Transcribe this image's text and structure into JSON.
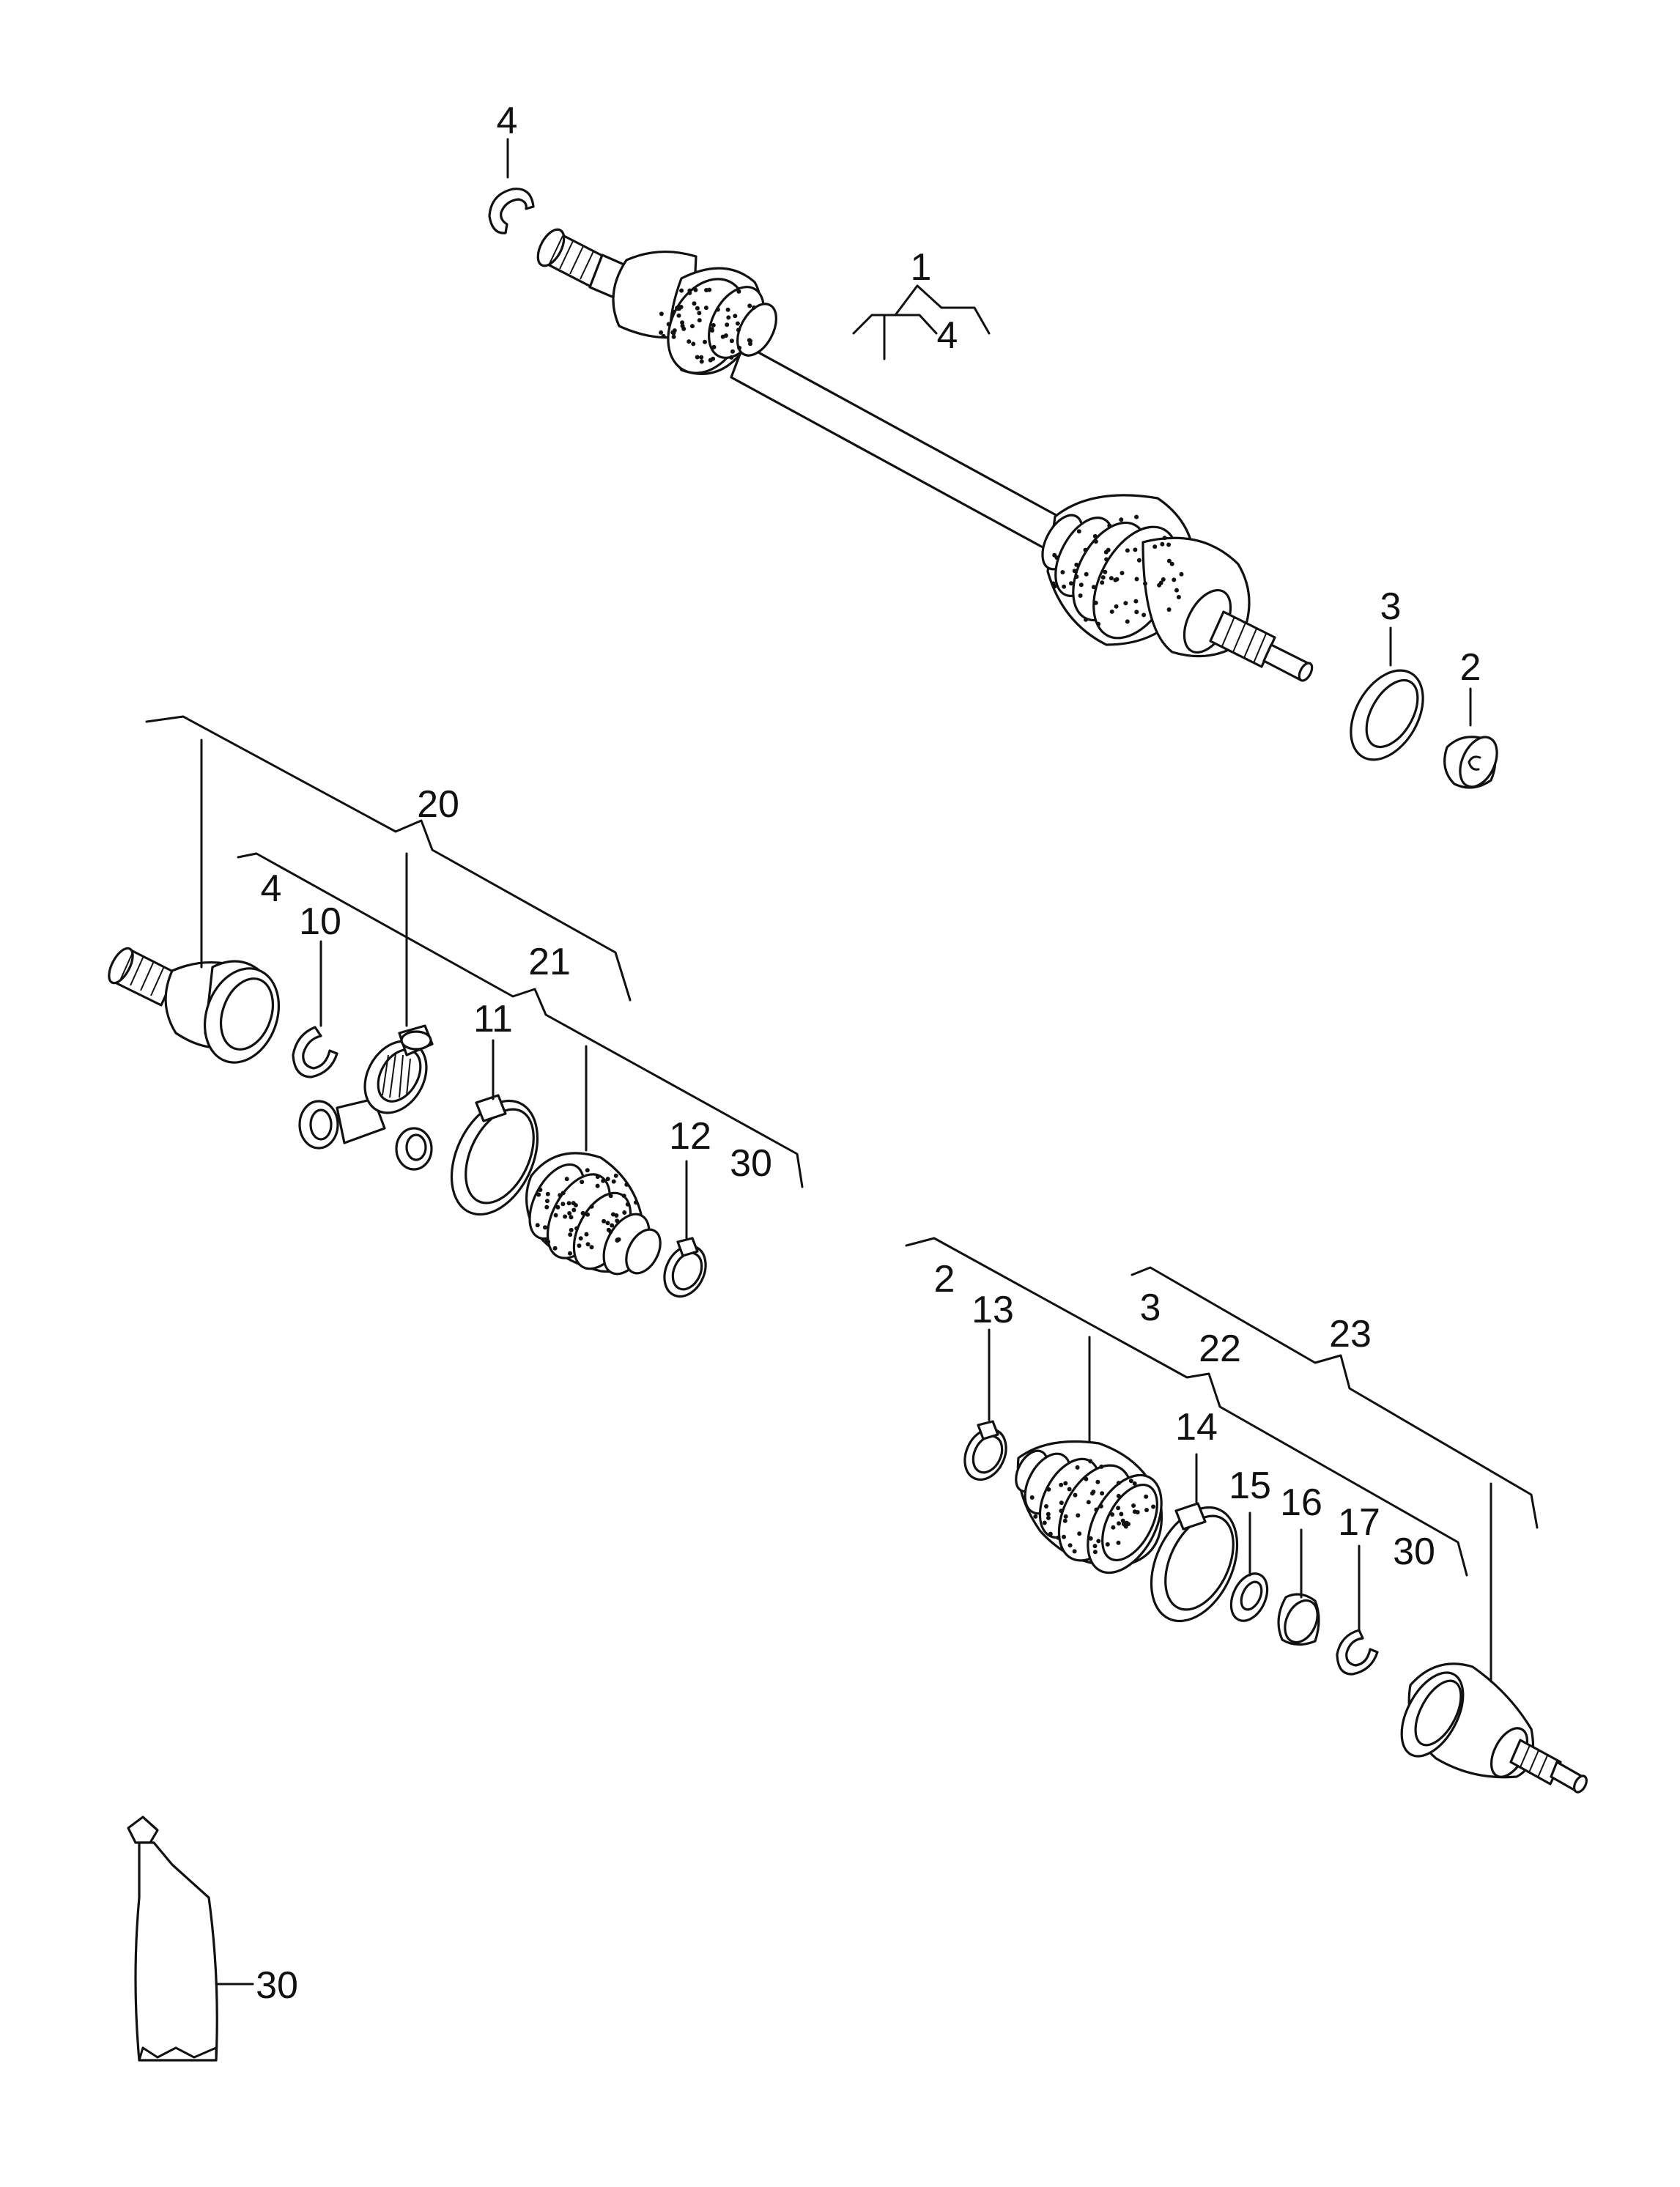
{
  "diagram": {
    "callouts": [
      {
        "id": "c4a",
        "text": "4"
      },
      {
        "id": "c1",
        "text": "1"
      },
      {
        "id": "c4b",
        "text": "4"
      },
      {
        "id": "c3a",
        "text": "3"
      },
      {
        "id": "c2a",
        "text": "2"
      },
      {
        "id": "c20",
        "text": "20"
      },
      {
        "id": "c4c",
        "text": "4"
      },
      {
        "id": "c10",
        "text": "10"
      },
      {
        "id": "c21",
        "text": "21"
      },
      {
        "id": "c11",
        "text": "11"
      },
      {
        "id": "c12",
        "text": "12"
      },
      {
        "id": "c30a",
        "text": "30"
      },
      {
        "id": "c2b",
        "text": "2"
      },
      {
        "id": "c13",
        "text": "13"
      },
      {
        "id": "c3b",
        "text": "3"
      },
      {
        "id": "c22",
        "text": "22"
      },
      {
        "id": "c23",
        "text": "23"
      },
      {
        "id": "c14",
        "text": "14"
      },
      {
        "id": "c15",
        "text": "15"
      },
      {
        "id": "c16",
        "text": "16"
      },
      {
        "id": "c17",
        "text": "17"
      },
      {
        "id": "c30b",
        "text": "30"
      },
      {
        "id": "c30c",
        "text": "30"
      }
    ]
  }
}
